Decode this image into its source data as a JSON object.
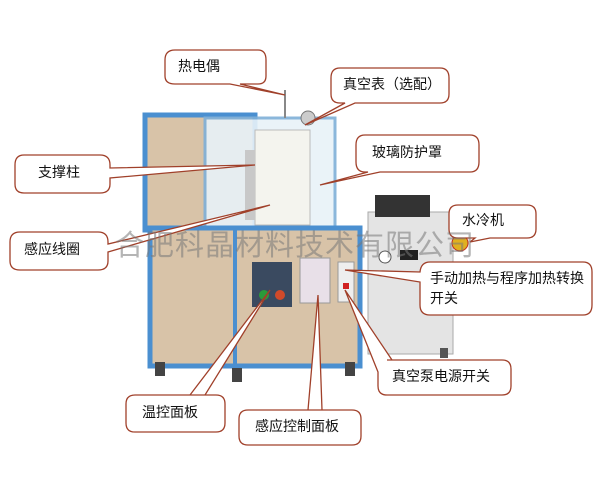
{
  "watermark": "合肥科晶材料技术有限公司",
  "callouts": {
    "thermocouple": "热电偶",
    "vacuum_gauge": "真空表（选配）",
    "glass_shield": "玻璃防护罩",
    "support_column": "支撑柱",
    "induction_coil": "感应线圈",
    "water_chiller": "水冷机",
    "mode_switch": "手动加热与程序加热转换开关",
    "vacuum_pump_switch": "真空泵电源开关",
    "temp_panel": "温控面板",
    "induction_panel": "感应控制面板"
  },
  "colors": {
    "callout_border": "#a0402a",
    "frame_blue": "#4a8fd0",
    "cabinet": "#d8c3a8"
  }
}
